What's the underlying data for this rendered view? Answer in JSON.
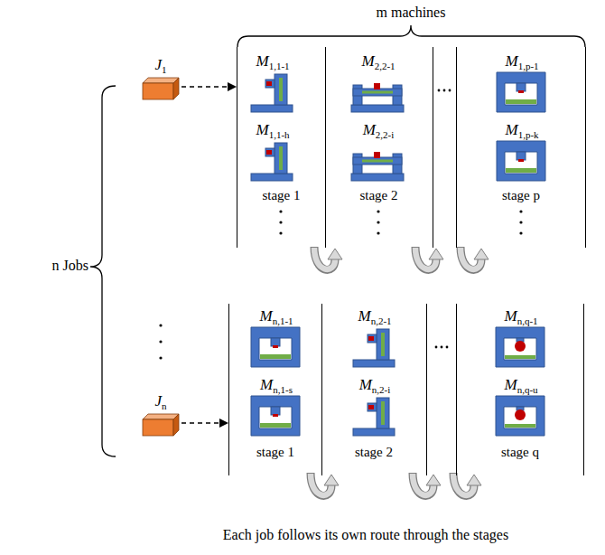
{
  "diagram": {
    "caption": "Each job follows its own route through the stages",
    "nodes": [
      {
        "text": [
          "J",
          "1"
        ]
      },
      {
        "text": [
          "stage 1"
        ]
      },
      {
        "text": [
          "M",
          "1,1-1"
        ],
        "in": 1
      },
      {
        "text": [
          "M",
          "1,1-h"
        ],
        "in": 1
      },
      {
        "text": [
          "stage 2"
        ]
      },
      {
        "text": [
          "M",
          "2,2-1"
        ],
        "in": 4
      },
      {
        "text": [
          "M",
          "2,2-i"
        ],
        "in": 4
      },
      {
        "text": [
          "stage p"
        ]
      },
      {
        "text": [
          "M",
          "1,p-1"
        ],
        "in": 7
      },
      {
        "text": [
          "M",
          "1,p-k"
        ],
        "in": 7
      },
      {
        "text": [
          "J",
          "n"
        ]
      },
      {
        "text": [
          "stage 1"
        ]
      },
      {
        "text": [
          "M",
          "n,1-1"
        ],
        "in": 11
      },
      {
        "text": [
          "M",
          "n,1-s"
        ],
        "in": 11
      },
      {
        "text": [
          "stage 2"
        ]
      },
      {
        "text": [
          "M",
          "n,2-1"
        ],
        "in": 14
      },
      {
        "text": [
          "M",
          "n,2-i"
        ],
        "in": 14
      },
      {
        "text": [
          "stage q"
        ]
      },
      {
        "text": [
          "M",
          "n,q-1"
        ],
        "in": 17
      },
      {
        "text": [
          "M",
          "n,q-u"
        ],
        "in": 17
      }
    ],
    "edges": [
      {
        "from": 0,
        "to": 1,
        "arrow": "to"
      },
      {
        "from": 10,
        "to": 11,
        "arrow": "to"
      }
    ],
    "labels": [
      "m machines",
      "n Jobs"
    ]
  }
}
